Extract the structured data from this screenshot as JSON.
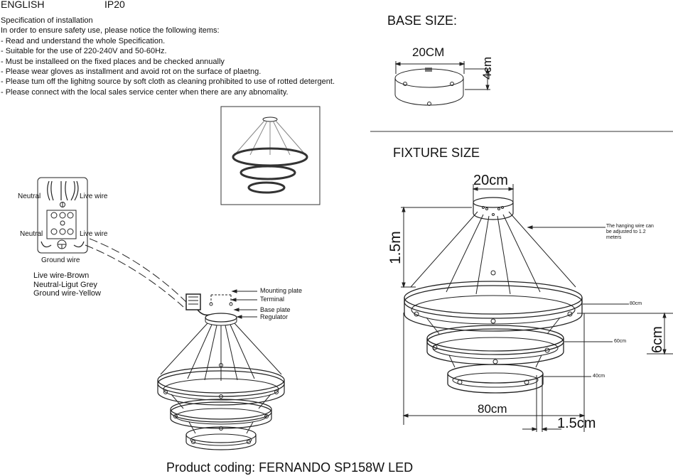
{
  "header": {
    "language": "ENGLISH",
    "rating": "IP20"
  },
  "spec": {
    "title": "Specification of installation",
    "intro": "In order to ensure safety use, please notice the following items:",
    "items": [
      "- Read and understand the whole Specification.",
      "- Suitable for the use of 220-240V and 50-60Hz.",
      "- Must be installeed on the fixed places and be checked annually",
      "- Please wear gloves as installment and avoid rot on the surface of plaetng.",
      "- Please tum off the lighitng source by soft cloth as cleaning prohibited to use of rotted detergent.",
      "- Please connect with the local sales service center when there are any abnomality."
    ]
  },
  "wiring": {
    "neutral_top": "Neutral",
    "live_top": "Live wire",
    "neutral_bottom": "Neutral",
    "live_bottom": "Live wire",
    "ground": "Ground wire",
    "legend": [
      "Live wire-Brown",
      "Neutral-Ligut Grey",
      "Ground wire-Yellow"
    ]
  },
  "assembly": {
    "mounting_plate": "Mounting plate",
    "terminal": "Terminal",
    "base_plate": "Base plate",
    "regulator": "Regulator"
  },
  "base": {
    "title": "BASE SIZE:",
    "diameter": "20CM",
    "height": "4cm"
  },
  "fixture": {
    "title": "FIXTURE SIZE",
    "top_diameter": "20cm",
    "hang_length": "1.5m",
    "hanging_note": [
      "The hanging wire can",
      "be adjusted to 1.2",
      "meters"
    ],
    "ring_large": "80cm",
    "ring_mid": "60cm",
    "ring_small": "40cm",
    "ring_height": "6cm",
    "width": "80cm",
    "thickness": "1.5cm"
  },
  "footer": {
    "product": "Product coding: FERNANDO SP158W LED"
  }
}
